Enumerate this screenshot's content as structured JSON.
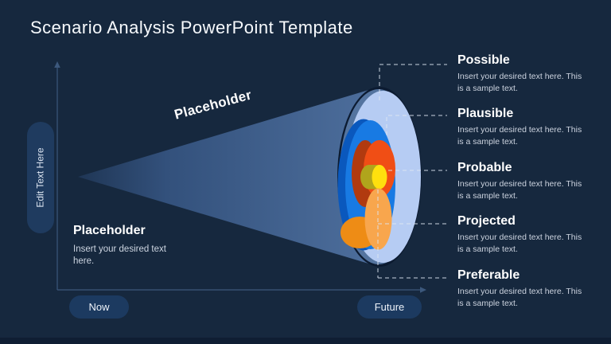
{
  "title": "Scenario Analysis PowerPoint Template",
  "edit_pill": "Edit Text Here",
  "cone_label": "Placeholder",
  "placeholder_block": {
    "heading": "Placeholder",
    "body": "Insert your desired text here."
  },
  "timeline": {
    "now": "Now",
    "future": "Future"
  },
  "scenarios": [
    {
      "label": "Possible",
      "desc": "Insert your desired text here. This is a sample text."
    },
    {
      "label": "Plausible",
      "desc": "Insert your desired text here. This is a sample text."
    },
    {
      "label": "Probable",
      "desc": "Insert your desired text here. This is a sample text."
    },
    {
      "label": "Projected",
      "desc": "Insert your desired text here. This is a sample text."
    },
    {
      "label": "Preferable",
      "desc": "Insert your desired text here. This is a sample text."
    }
  ],
  "colors": {
    "background": "#16283e",
    "footer_strip": "#0f1e33",
    "cone_start": "#1f3655",
    "cone_mid": "#33517c",
    "cone_end": "#4d6e9c",
    "ellipse_outline": "#0c1b31",
    "ellipse_shadow": "#54749f",
    "possible": "#b6ccf3",
    "plausible_dark": "#0a58bd",
    "plausible": "#187ae3",
    "probable_dark": "#b13a0f",
    "probable": "#f04e15",
    "core_dark": "#b0a51c",
    "core": "#ffe00e",
    "projected_dark": "#ee8c15",
    "projected": "#f8a64d",
    "axis": "#3c587c",
    "connector": "#dfe6f2",
    "pill_bg": "#1d3a5f"
  }
}
